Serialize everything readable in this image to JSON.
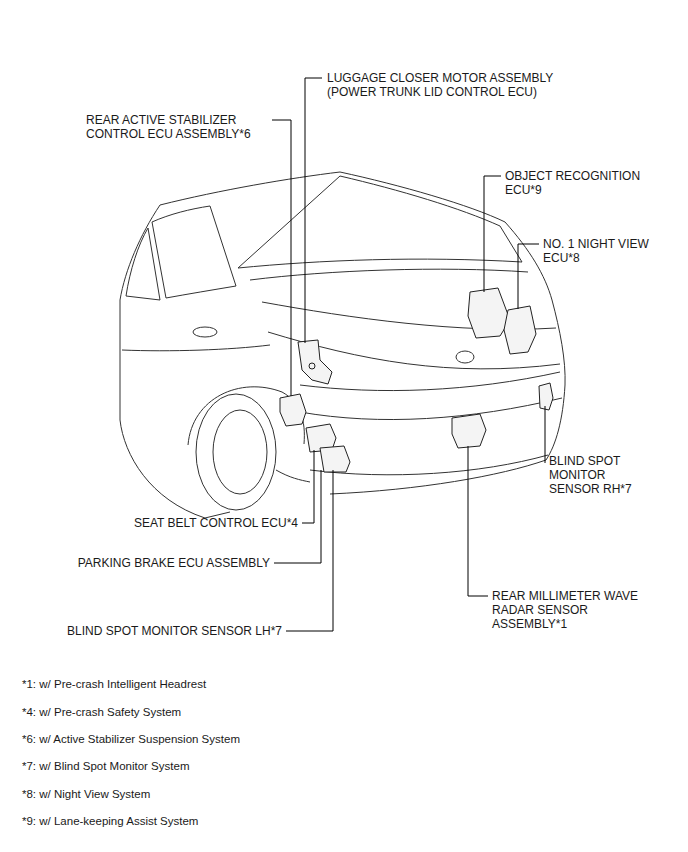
{
  "diagram": {
    "labels": [
      "LUGGAGE CLOSER MOTOR ASSEMBLY (POWER TRUNK LID CONTROL ECU)",
      "REAR ACTIVE STABILIZER CONTROL ECU ASSEMBLY*6",
      "OBJECT RECOGNITION ECU*9",
      "NO. 1 NIGHT VIEW ECU*8",
      "BLIND SPOT MONITOR SENSOR RH*7",
      "SEAT BELT CONTROL ECU*4",
      "PARKING BRAKE ECU ASSEMBLY",
      "REAR MILLIMETER WAVE RADAR SENSOR ASSEMBLY*1",
      "BLIND SPOT MONITOR SENSOR LH*7",
      "*1: w/ Pre-crash Intelligent Headrest",
      "*4: w/ Pre-crash Safety System",
      "*6: w/ Active Stabilizer Suspension System",
      "*7: w/ Blind Spot Monitor System",
      "*8: w/ Night View System",
      "*9: w/ Lane-keeping Assist System"
    ]
  }
}
